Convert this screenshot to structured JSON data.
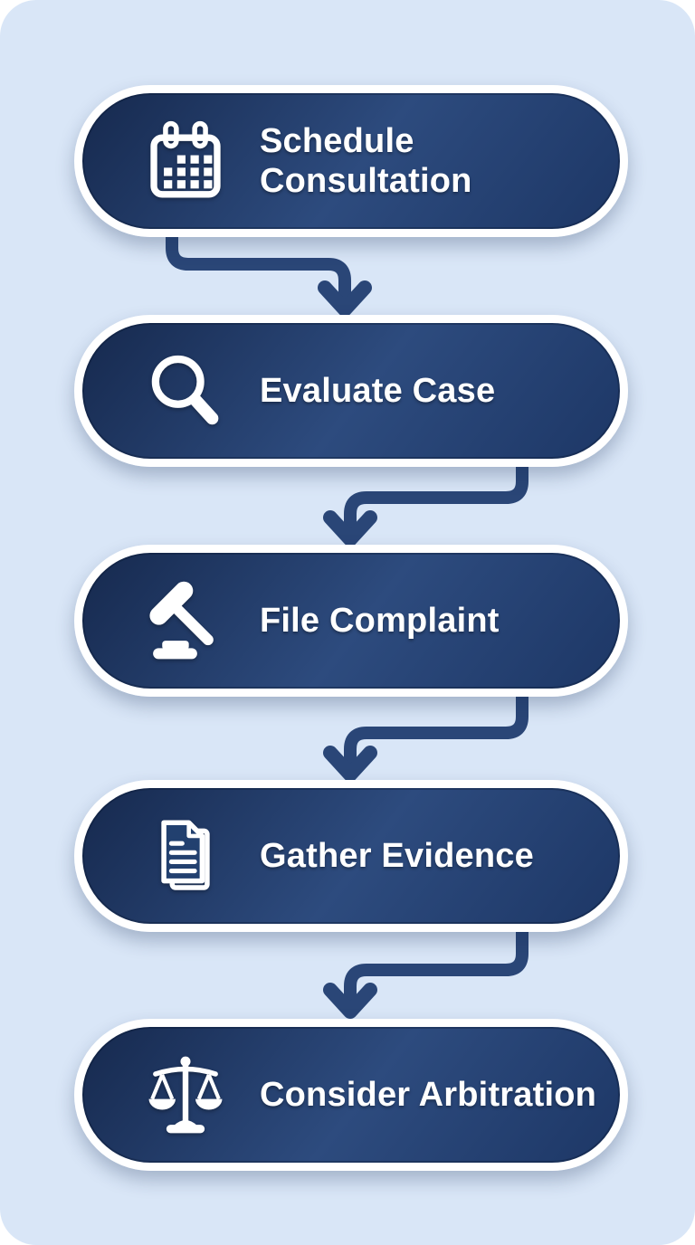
{
  "flowchart": {
    "nodes": [
      {
        "id": "schedule-consultation",
        "label": "Schedule Consultation",
        "icon": "calendar-icon"
      },
      {
        "id": "evaluate-case",
        "label": "Evaluate Case",
        "icon": "magnifier-icon"
      },
      {
        "id": "file-complaint",
        "label": "File Complaint",
        "icon": "gavel-icon"
      },
      {
        "id": "gather-evidence",
        "label": "Gather Evidence",
        "icon": "documents-icon"
      },
      {
        "id": "consider-arbitration",
        "label": "Consider Arbitration",
        "icon": "scales-icon"
      }
    ],
    "edges": [
      {
        "from": "schedule-consultation",
        "to": "evaluate-case"
      },
      {
        "from": "evaluate-case",
        "to": "file-complaint"
      },
      {
        "from": "file-complaint",
        "to": "gather-evidence"
      },
      {
        "from": "gather-evidence",
        "to": "consider-arbitration"
      }
    ]
  },
  "colors": {
    "page-bg": "#d9e6f7",
    "node-fill-dark": "#16294e",
    "node-fill-mid": "#2d4b7e",
    "node-fill-deep": "#1d3766",
    "node-border": "#ffffff",
    "arrow": "#2a4677",
    "label-text": "#ffffff"
  }
}
